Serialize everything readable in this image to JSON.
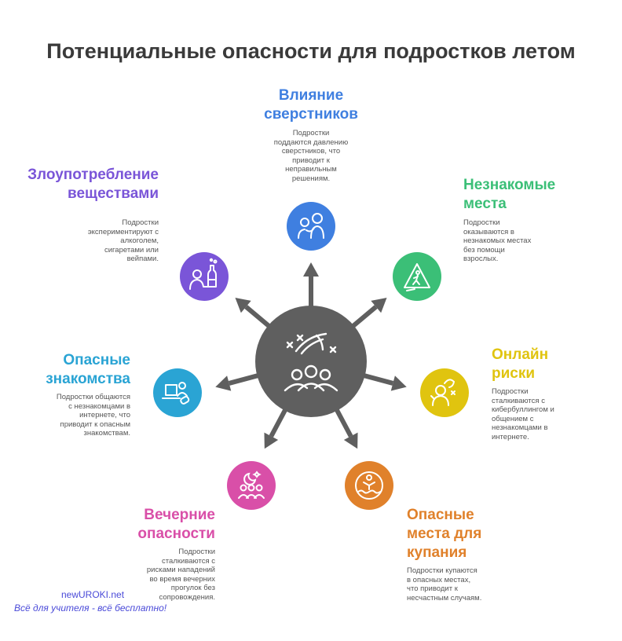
{
  "title": "Потенциальные опасности для подростков летом",
  "center": {
    "icon": "group-of-teens-icon",
    "color": "#5f5f5f"
  },
  "items": [
    {
      "key": "peers",
      "title_line1": "Влияние",
      "title_line2": "сверстников",
      "desc": [
        "Подростки",
        "поддаются давлению",
        "сверстников, что",
        "приводит к",
        "неправильным",
        "решениям."
      ],
      "color": "#3f7fe0",
      "icon": "peer-pressure-icon"
    },
    {
      "key": "places",
      "title_line1": "Незнакомые",
      "title_line2": "места",
      "desc": [
        "Подростки",
        "оказываются в",
        "незнакомых местах",
        "без помощи",
        "взрослых."
      ],
      "color": "#3bbf77",
      "icon": "warning-sign-icon"
    },
    {
      "key": "online",
      "title_line1": "Онлайн",
      "title_line2": "риски",
      "desc": [
        "Подростки",
        "сталкиваются с",
        "кибербуллингом и",
        "общением с",
        "незнакомцами в",
        "интернете."
      ],
      "color": "#e0c40f",
      "icon": "cyberbullying-icon"
    },
    {
      "key": "swimming",
      "title_line1": "Опасные",
      "title_line2": "места для",
      "title_line3": "купания",
      "desc": [
        "Подростки купаются",
        "в опасных местах,",
        "что приводит к",
        "несчастным случаям."
      ],
      "color": "#e0812b",
      "icon": "drowning-person-icon"
    },
    {
      "key": "evening",
      "title_line1": "Вечерние",
      "title_line2": "опасности",
      "desc": [
        "Подростки",
        "сталкиваются с",
        "рисками нападений",
        "во время вечерних",
        "прогулок без",
        "сопровождения."
      ],
      "color": "#d94fa8",
      "icon": "night-group-icon"
    },
    {
      "key": "acquaint",
      "title_line1": "Опасные",
      "title_line2": "знакомства",
      "desc": [
        "Подростки общаются",
        "с незнакомцами в",
        "интернете, что",
        "приводит к опасным",
        "знакомствам."
      ],
      "color": "#2aa4d4",
      "icon": "online-contact-icon"
    },
    {
      "key": "substances",
      "title_line1": "Злоупотребление",
      "title_line2": "веществами",
      "desc": [
        "Подростки",
        "экспериментируют с",
        "алкоголем,",
        "сигаретами или",
        "вейпами."
      ],
      "color": "#7a55d8",
      "icon": "substances-icon"
    }
  ],
  "watermark": {
    "line1": "newUROKI.net",
    "line2": "Всё для учителя - всё бесплатно!"
  }
}
